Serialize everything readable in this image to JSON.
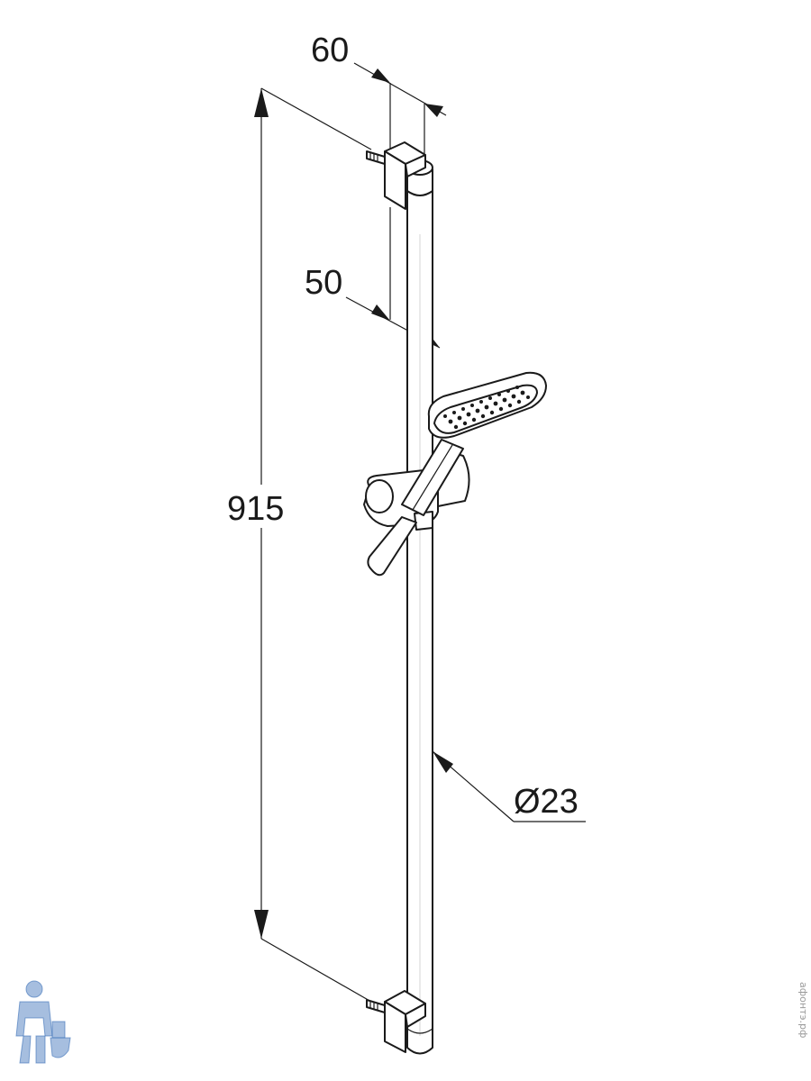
{
  "dimensions": {
    "bracket_depth": "60",
    "rail_offset": "50",
    "total_height": "915",
    "rail_diameter": "Ø23"
  },
  "watermark": {
    "side_text": "афонтэ.рф",
    "mascot": "plumber-mascot-icon"
  },
  "colors": {
    "line": "#1a1a1a",
    "background": "#ffffff",
    "mascot": "#3a6fb8"
  }
}
